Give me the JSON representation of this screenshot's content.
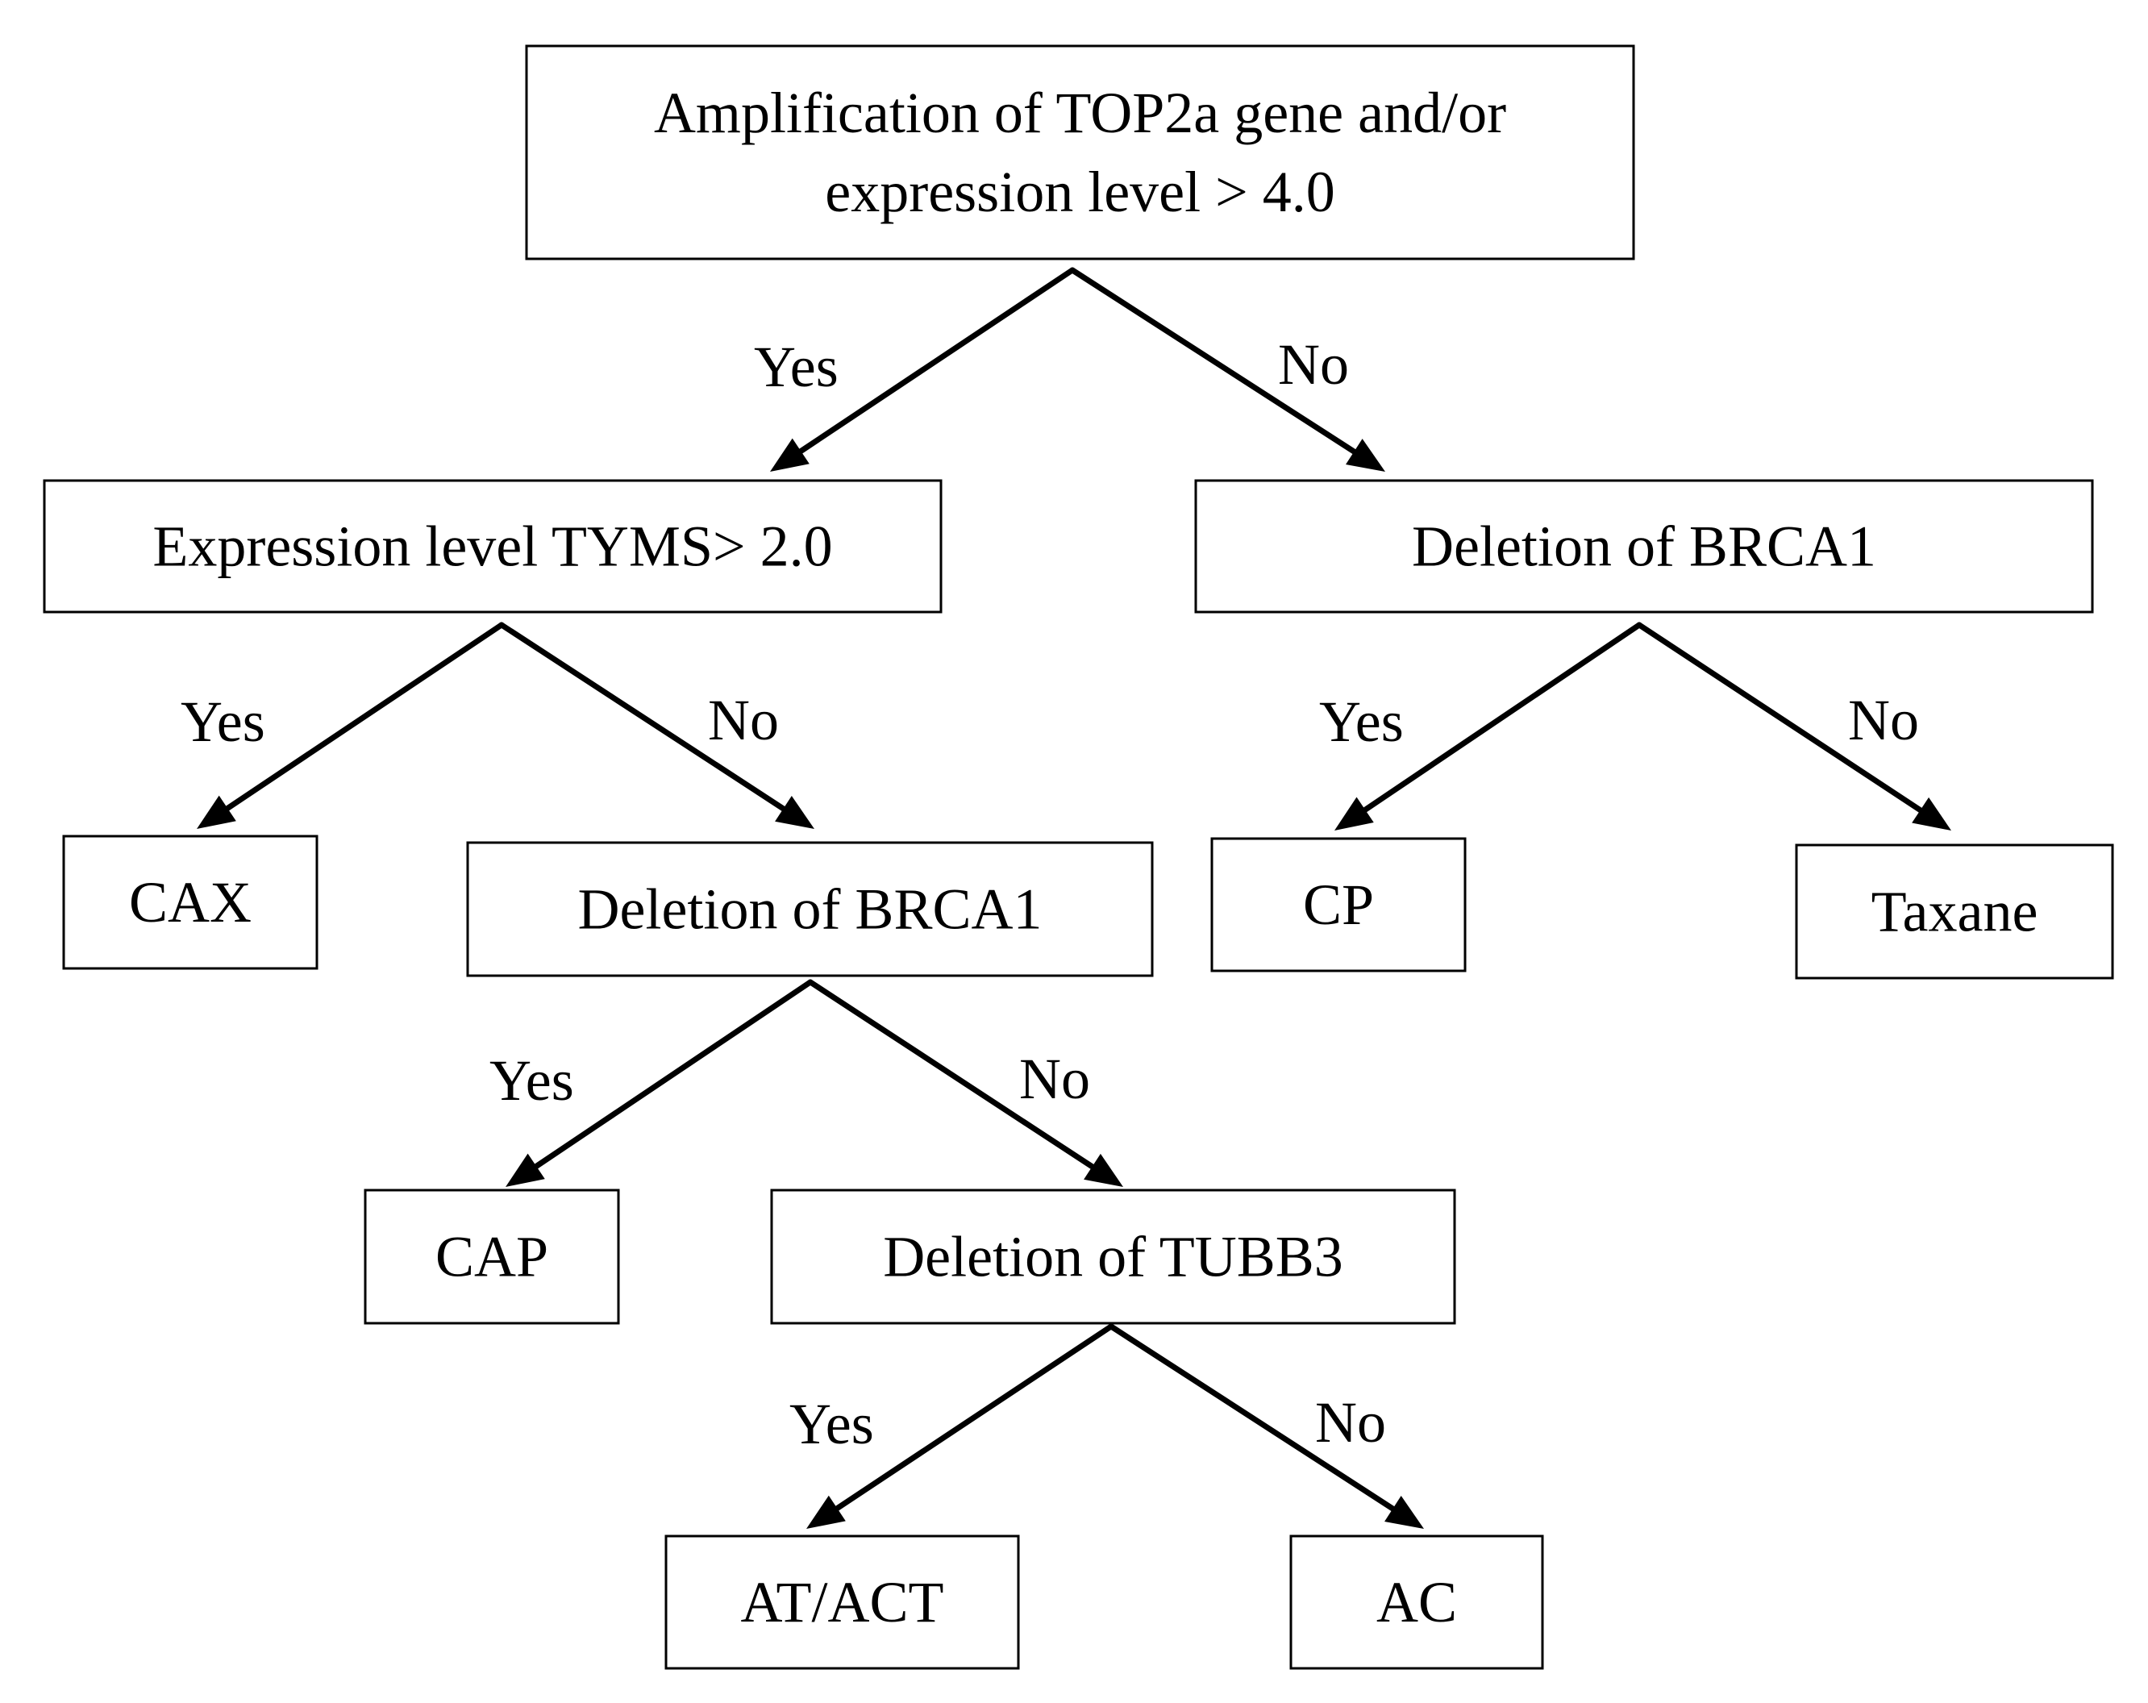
{
  "nodes": {
    "root": [
      "Amplification of TOP2a gene and/or",
      "expression level > 4.0"
    ],
    "tyms": [
      "Expression level TYMS> 2.0"
    ],
    "brca1_right": [
      "Deletion of BRCA1"
    ],
    "cax": [
      "CAX"
    ],
    "brca1_left": [
      "Deletion of BRCA1"
    ],
    "cp": [
      "CP"
    ],
    "taxane": [
      "Taxane"
    ],
    "cap": [
      "CAP"
    ],
    "tubb3": [
      "Deletion of TUBB3"
    ],
    "at_act": [
      "AT/ACT"
    ],
    "ac": [
      "AC"
    ]
  },
  "edges": [
    {
      "from": "root",
      "to": "tyms",
      "label": "Yes"
    },
    {
      "from": "root",
      "to": "brca1_right",
      "label": "No"
    },
    {
      "from": "tyms",
      "to": "cax",
      "label": "Yes"
    },
    {
      "from": "tyms",
      "to": "brca1_left",
      "label": "No"
    },
    {
      "from": "brca1_right",
      "to": "cp",
      "label": "Yes"
    },
    {
      "from": "brca1_right",
      "to": "taxane",
      "label": "No"
    },
    {
      "from": "brca1_left",
      "to": "cap",
      "label": "Yes"
    },
    {
      "from": "brca1_left",
      "to": "tubb3",
      "label": "No"
    },
    {
      "from": "tubb3",
      "to": "at_act",
      "label": "Yes"
    },
    {
      "from": "tubb3",
      "to": "ac",
      "label": "No"
    }
  ]
}
